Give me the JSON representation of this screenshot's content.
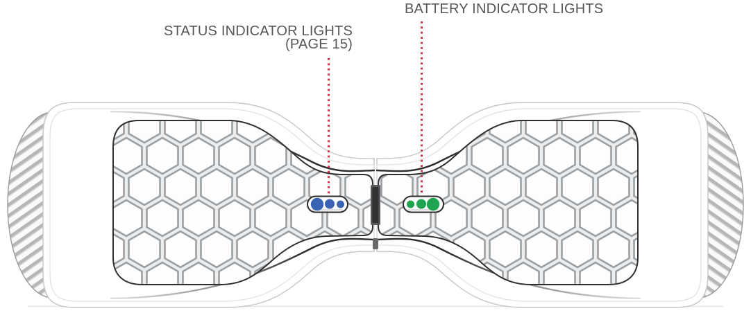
{
  "diagram": {
    "callouts": {
      "status": {
        "line1": "STATUS INDICATOR LIGHTS",
        "line2": "(PAGE 15)"
      },
      "battery": {
        "label": "BATTERY INDICATOR LIGHTS"
      }
    },
    "indicators": {
      "status_lights": {
        "count": 3,
        "color": "#3a63b4"
      },
      "battery_lights": {
        "count": 3,
        "color": "#1ea351"
      }
    },
    "colors": {
      "callout_text": "#55565a",
      "leader_line": "#c93546",
      "pad_outline": "#2f2f2f",
      "hex_line": "#9aa0a4",
      "hinge": "#58585a"
    }
  }
}
